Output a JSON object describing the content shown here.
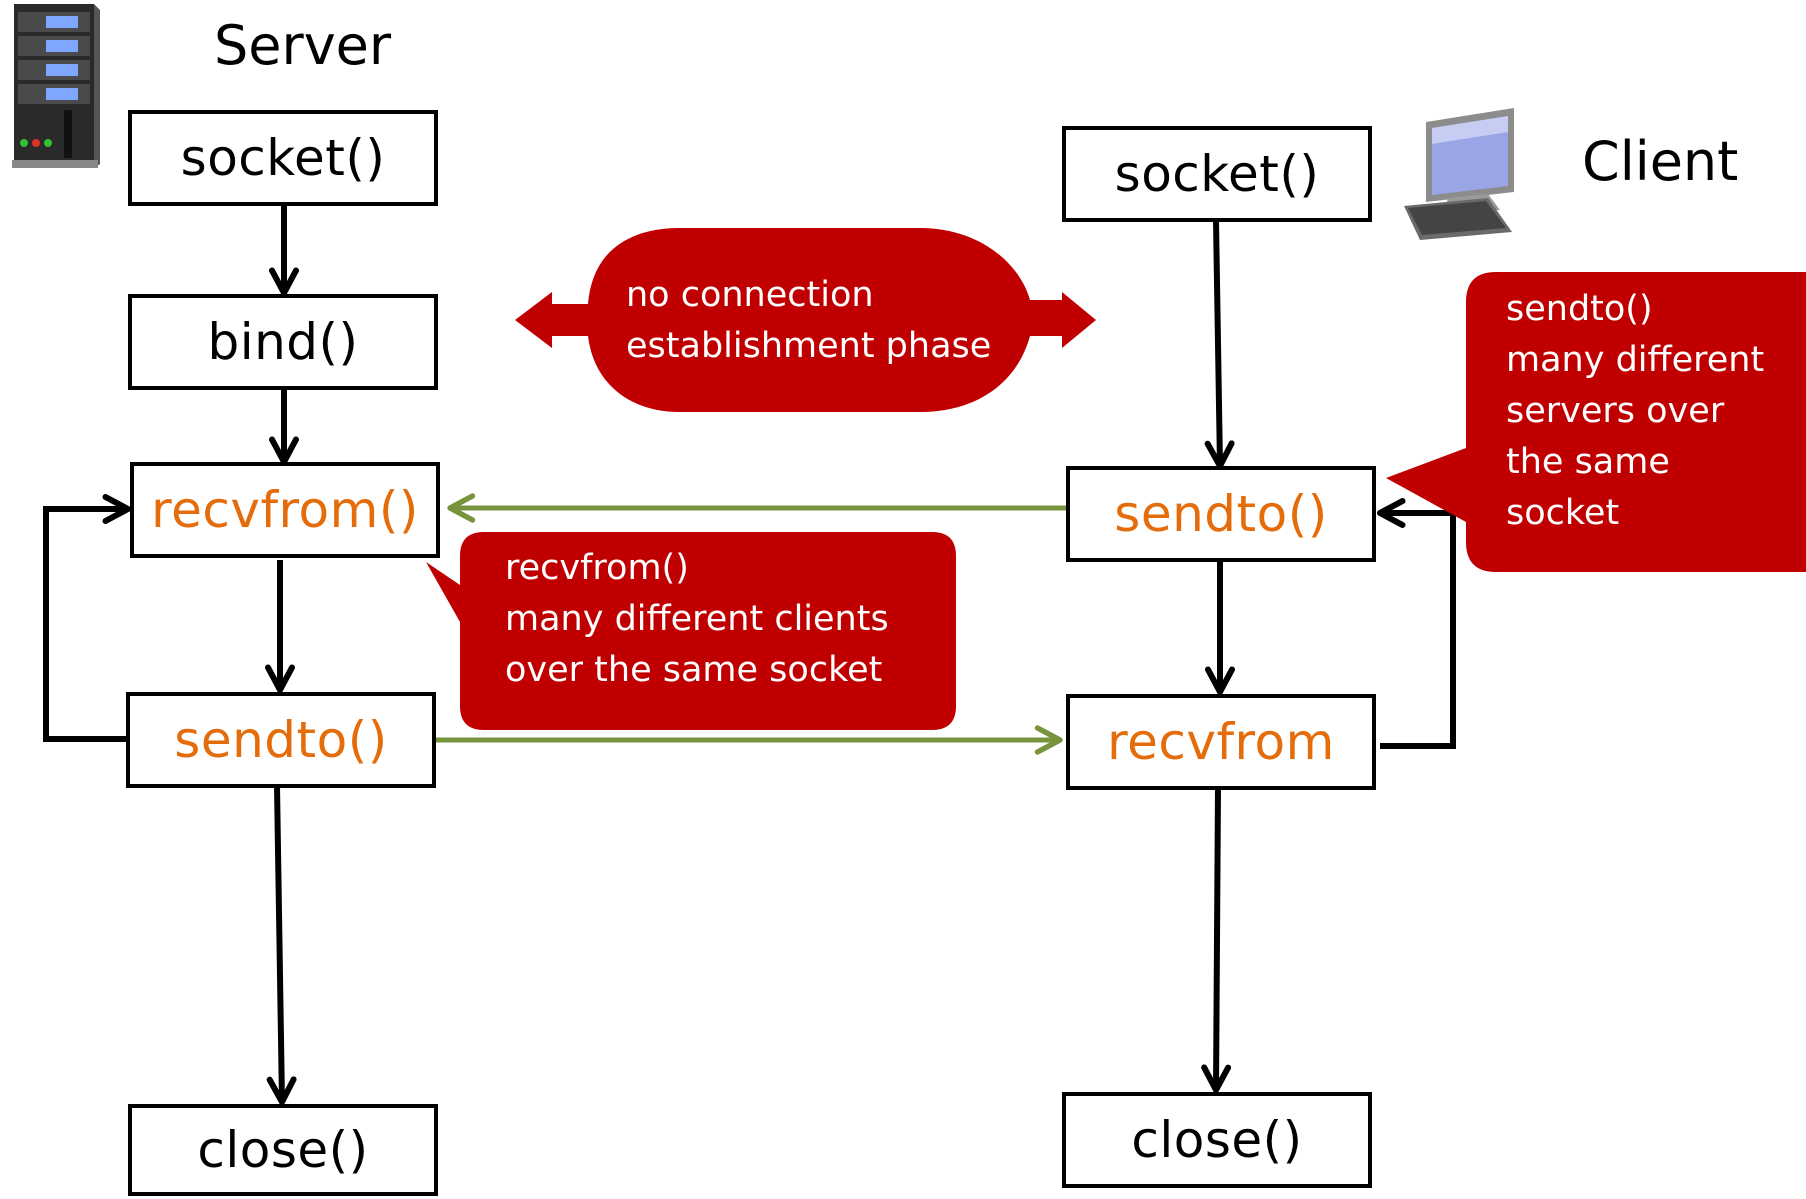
{
  "server": {
    "label": "Server",
    "socket": "socket()",
    "bind": "bind()",
    "recvfrom": "recvfrom()",
    "sendto": "sendto()",
    "close": "close()"
  },
  "client": {
    "label": "Client",
    "socket": "socket()",
    "sendto": "sendto()",
    "recvfrom": "recvfrom",
    "close": "close()"
  },
  "callouts": {
    "no_connection": [
      "no connection",
      "establishment phase"
    ],
    "server_recvfrom": [
      "recvfrom()",
      "many different clients",
      "over the same socket"
    ],
    "client_sendto": [
      "sendto()",
      "many different",
      "servers over",
      "the same",
      "socket"
    ]
  },
  "colors": {
    "box_border": "#000000",
    "function_orange": "#e46c0a",
    "data_arrow_green": "#77933c",
    "callout_red": "#c00000",
    "callout_text": "#ffffff"
  },
  "icons": {
    "server": "server-tower-icon",
    "client": "desktop-computer-icon"
  }
}
